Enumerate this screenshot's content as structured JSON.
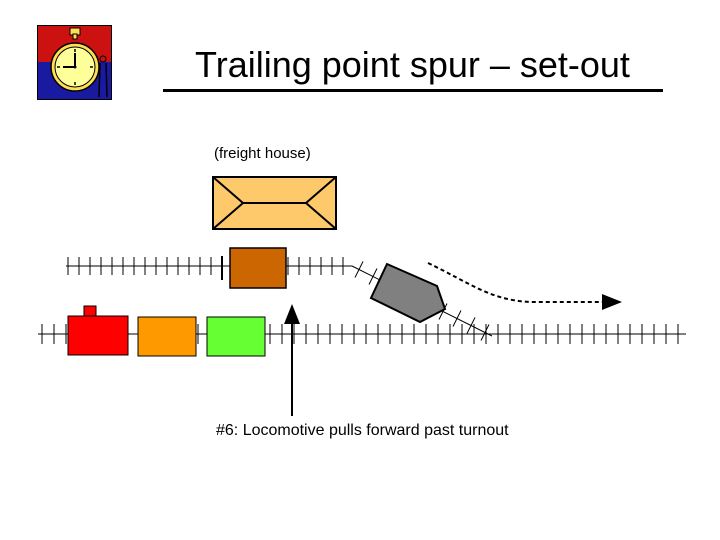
{
  "title": "Trailing point spur – set-out",
  "freight_house_label": "(freight house)",
  "caption": "#6:  Locomotive pulls forward past turnout",
  "colors": {
    "freight_house_fill": "#fec96a",
    "spur_car": "#cc6600",
    "locomotive": "#ff0000",
    "car_orange": "#ff9900",
    "car_green": "#66ff33",
    "set_out_car": "#808080",
    "logo_top": "#cc1111",
    "logo_bottom": "#1a1aa0",
    "clock_face": "#ffff99"
  },
  "icons": {
    "logo": "stopwatch-icon"
  }
}
